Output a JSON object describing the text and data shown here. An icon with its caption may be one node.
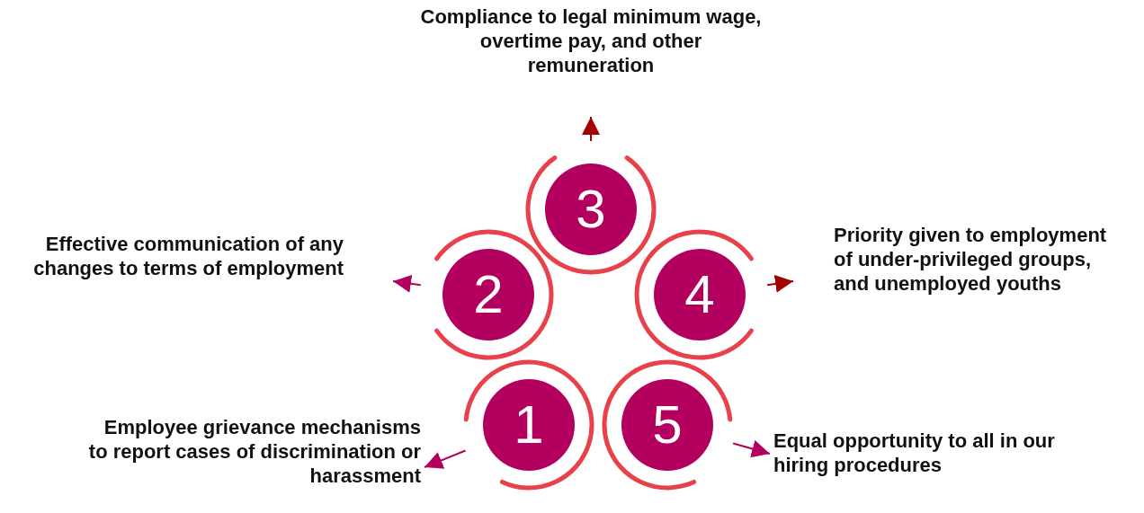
{
  "diagram": {
    "nodes": [
      {
        "text": [
          "1"
        ]
      },
      {
        "text": [
          "2"
        ]
      },
      {
        "text": [
          "3"
        ]
      },
      {
        "text": [
          "4"
        ]
      },
      {
        "text": [
          "5"
        ]
      },
      {
        "text": [
          "Employee grievance mechanisms to report cases of discrimination or harassment"
        ]
      },
      {
        "text": [
          "Effective communication of any changes to terms of employment"
        ]
      },
      {
        "text": [
          "Compliance to legal minimum wage, overtime pay, and other remuneration"
        ]
      },
      {
        "text": [
          "Priority given to employment of under-privileged groups, and unemployed youths"
        ]
      },
      {
        "text": [
          "Equal opportunity to all in our hiring procedures"
        ]
      }
    ],
    "edges": [
      {
        "from": 0,
        "to": 5,
        "arrow": "to"
      },
      {
        "from": 1,
        "to": 6,
        "arrow": "to"
      },
      {
        "from": 2,
        "to": 7,
        "arrow": "to",
        "color": "#a50000"
      },
      {
        "from": 3,
        "to": 8,
        "arrow": "to",
        "color": "#a50000"
      },
      {
        "from": 4,
        "to": 9,
        "arrow": "to"
      }
    ]
  }
}
